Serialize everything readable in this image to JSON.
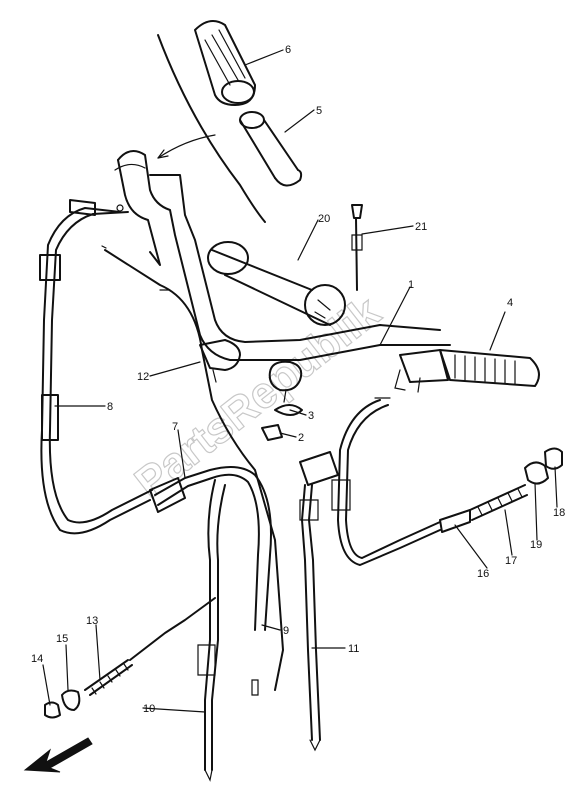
{
  "watermark": "PartsRepublik",
  "colors": {
    "ink": "#111111",
    "watermark": "#c8c8c8",
    "background": "#ffffff"
  },
  "callouts": {
    "p1": "1",
    "p2": "2",
    "p3": "3",
    "p4": "4",
    "p5": "5",
    "p6": "6",
    "p7": "7",
    "p8": "8",
    "p9": "9",
    "p10": "10",
    "p11": "11",
    "p12": "12",
    "p13": "13",
    "p14": "14",
    "p15": "15",
    "p16": "16",
    "p17": "17",
    "p18": "18",
    "p19": "19",
    "p20": "20",
    "p21": "21"
  },
  "direction_arrow": "front-arrow-icon"
}
